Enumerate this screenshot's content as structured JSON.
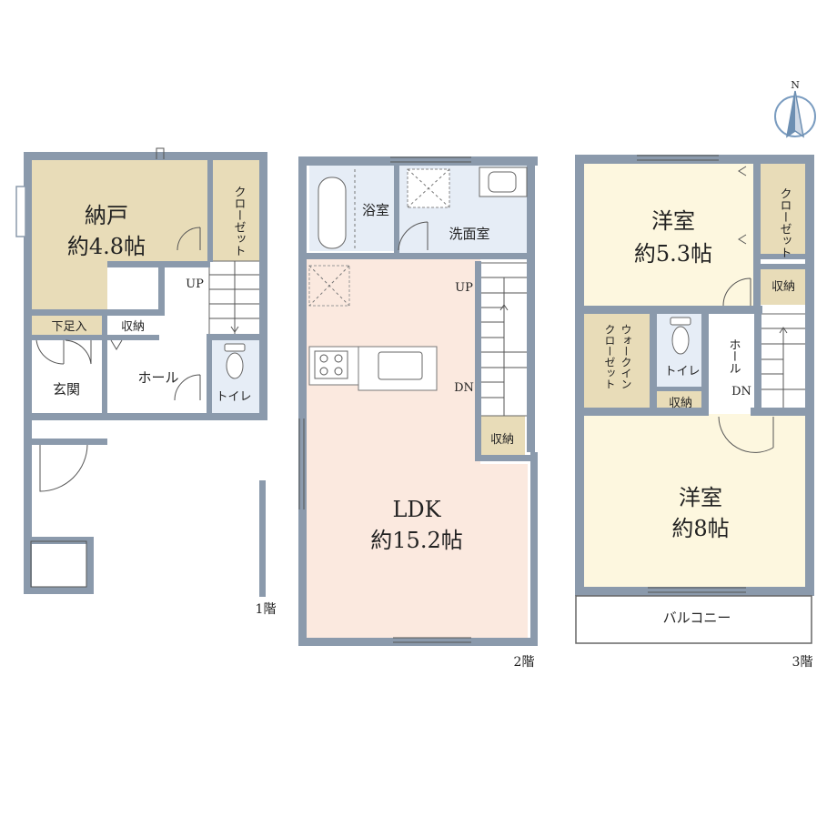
{
  "floors": {
    "f1": {
      "label": "1階",
      "rooms": {
        "nando": "納戸",
        "nando_size": "約4.8帖",
        "closet": "クローゼット",
        "getabako": "下足入",
        "storage": "収納",
        "genkan": "玄関",
        "hall": "ホール",
        "toilet": "トイレ",
        "up": "UP"
      }
    },
    "f2": {
      "label": "2階",
      "rooms": {
        "bath": "浴室",
        "washroom": "洗面室",
        "ldk": "LDK",
        "ldk_size": "約15.2帖",
        "storage": "収納",
        "up": "UP",
        "dn": "DN"
      }
    },
    "f3": {
      "label": "3階",
      "rooms": {
        "western1": "洋室",
        "western1_size": "約5.3帖",
        "closet": "クローゼット",
        "storage_a": "収納",
        "wic_1": "ウォークイン",
        "wic_2": "クローゼット",
        "toilet": "トイレ",
        "storage_b": "収納",
        "hall": "ホール",
        "dn": "DN",
        "western2": "洋室",
        "western2_size": "約8帖",
        "balcony": "バルコニー"
      }
    }
  },
  "compass": {
    "north": "N"
  },
  "colors": {
    "wall": "#8b9aac",
    "nando": "#e8dcb8",
    "closet": "#e8dcb8",
    "western": "#fdf7df",
    "ldk": "#fbe9df",
    "water": "#e6edf6",
    "white": "#ffffff"
  }
}
